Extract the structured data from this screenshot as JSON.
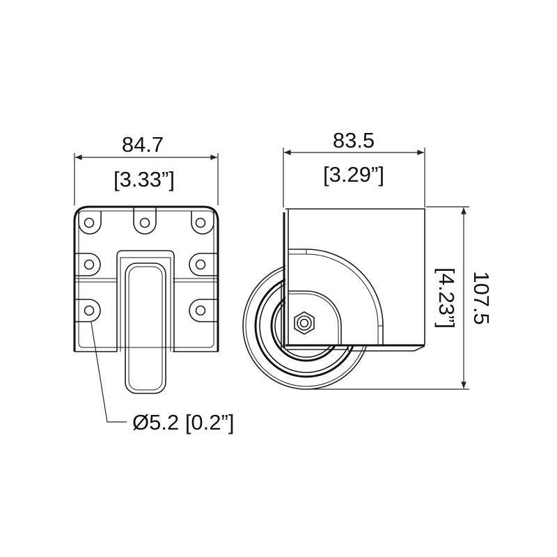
{
  "front_view": {
    "width_mm": "84.7",
    "width_in": "[3.33”]",
    "hole_callout": "Ø5.2 [0.2”]"
  },
  "side_view": {
    "width_mm": "83.5",
    "width_in": "[3.29”]",
    "height_mm": "107.5",
    "height_in": "[4.23”]"
  }
}
